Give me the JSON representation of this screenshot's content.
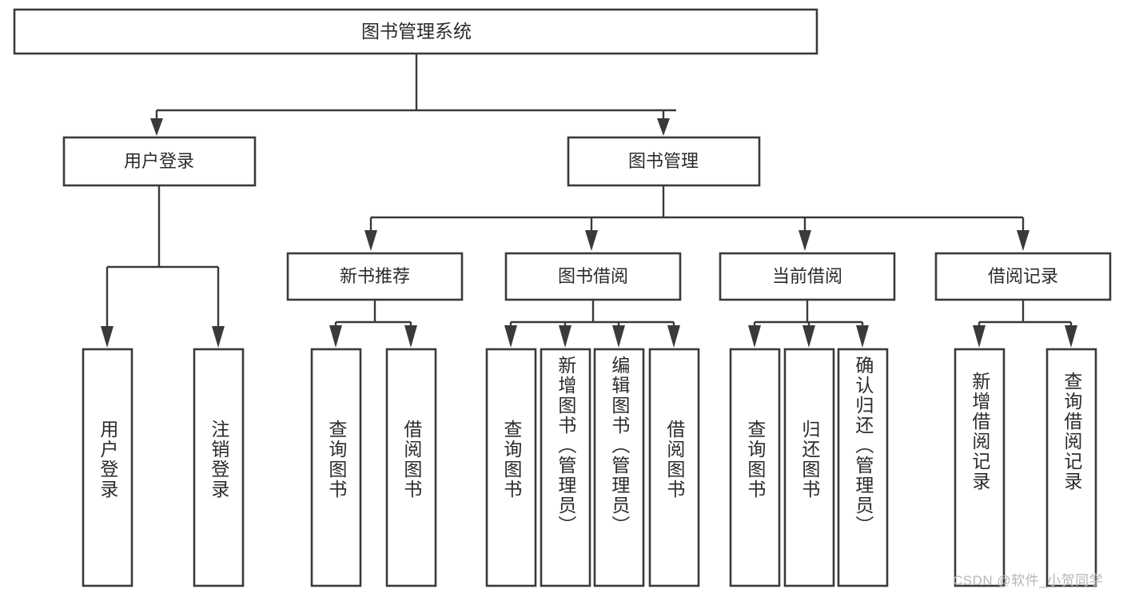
{
  "diagram": {
    "type": "tree",
    "title": "图书管理系统",
    "watermark": "CSDN @软件_小贺同学",
    "colors": {
      "stroke": "#3a3a3a",
      "fill": "#ffffff",
      "text": "#2b2b2b",
      "watermark": "#b6b6b6",
      "background": "#ffffff"
    },
    "levels": {
      "root": "图书管理系统",
      "level2": [
        "用户登录",
        "图书管理"
      ],
      "level3": [
        "新书推荐",
        "图书借阅",
        "当前借阅",
        "借阅记录"
      ]
    },
    "nodes": {
      "root": {
        "label": "图书管理系统"
      },
      "user_login": {
        "label": "用户登录"
      },
      "book_manage": {
        "label": "图书管理"
      },
      "new_book_rec": {
        "label": "新书推荐"
      },
      "book_borrow": {
        "label": "图书借阅"
      },
      "current_borrow": {
        "label": "当前借阅"
      },
      "borrow_record": {
        "label": "借阅记录"
      }
    },
    "leaves": {
      "user_login": [
        "用户登录",
        "注销登录"
      ],
      "new_book_rec": [
        "查询图书",
        "借阅图书"
      ],
      "book_borrow": [
        "查询图书",
        "新增图书（管理员）",
        "编辑图书（管理员）",
        "借阅图书"
      ],
      "current_borrow": [
        "查询图书",
        "归还图书",
        "确认归还（管理员）"
      ],
      "borrow_record": [
        "新增借阅记录",
        "查询借阅记录"
      ]
    }
  }
}
